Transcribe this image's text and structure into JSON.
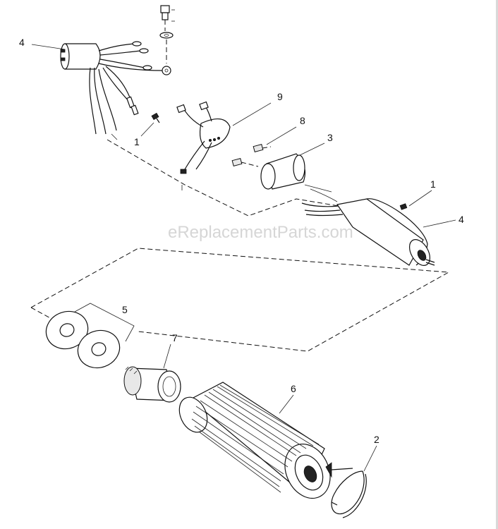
{
  "watermark": "eReplacementParts.com",
  "callouts": {
    "c1_top": "1",
    "c1_right": "1",
    "c2": "2",
    "c3": "3",
    "c4_top": "4",
    "c4_right": "4",
    "c5": "5",
    "c6": "6",
    "c7": "7",
    "c8": "8",
    "c9": "9"
  }
}
